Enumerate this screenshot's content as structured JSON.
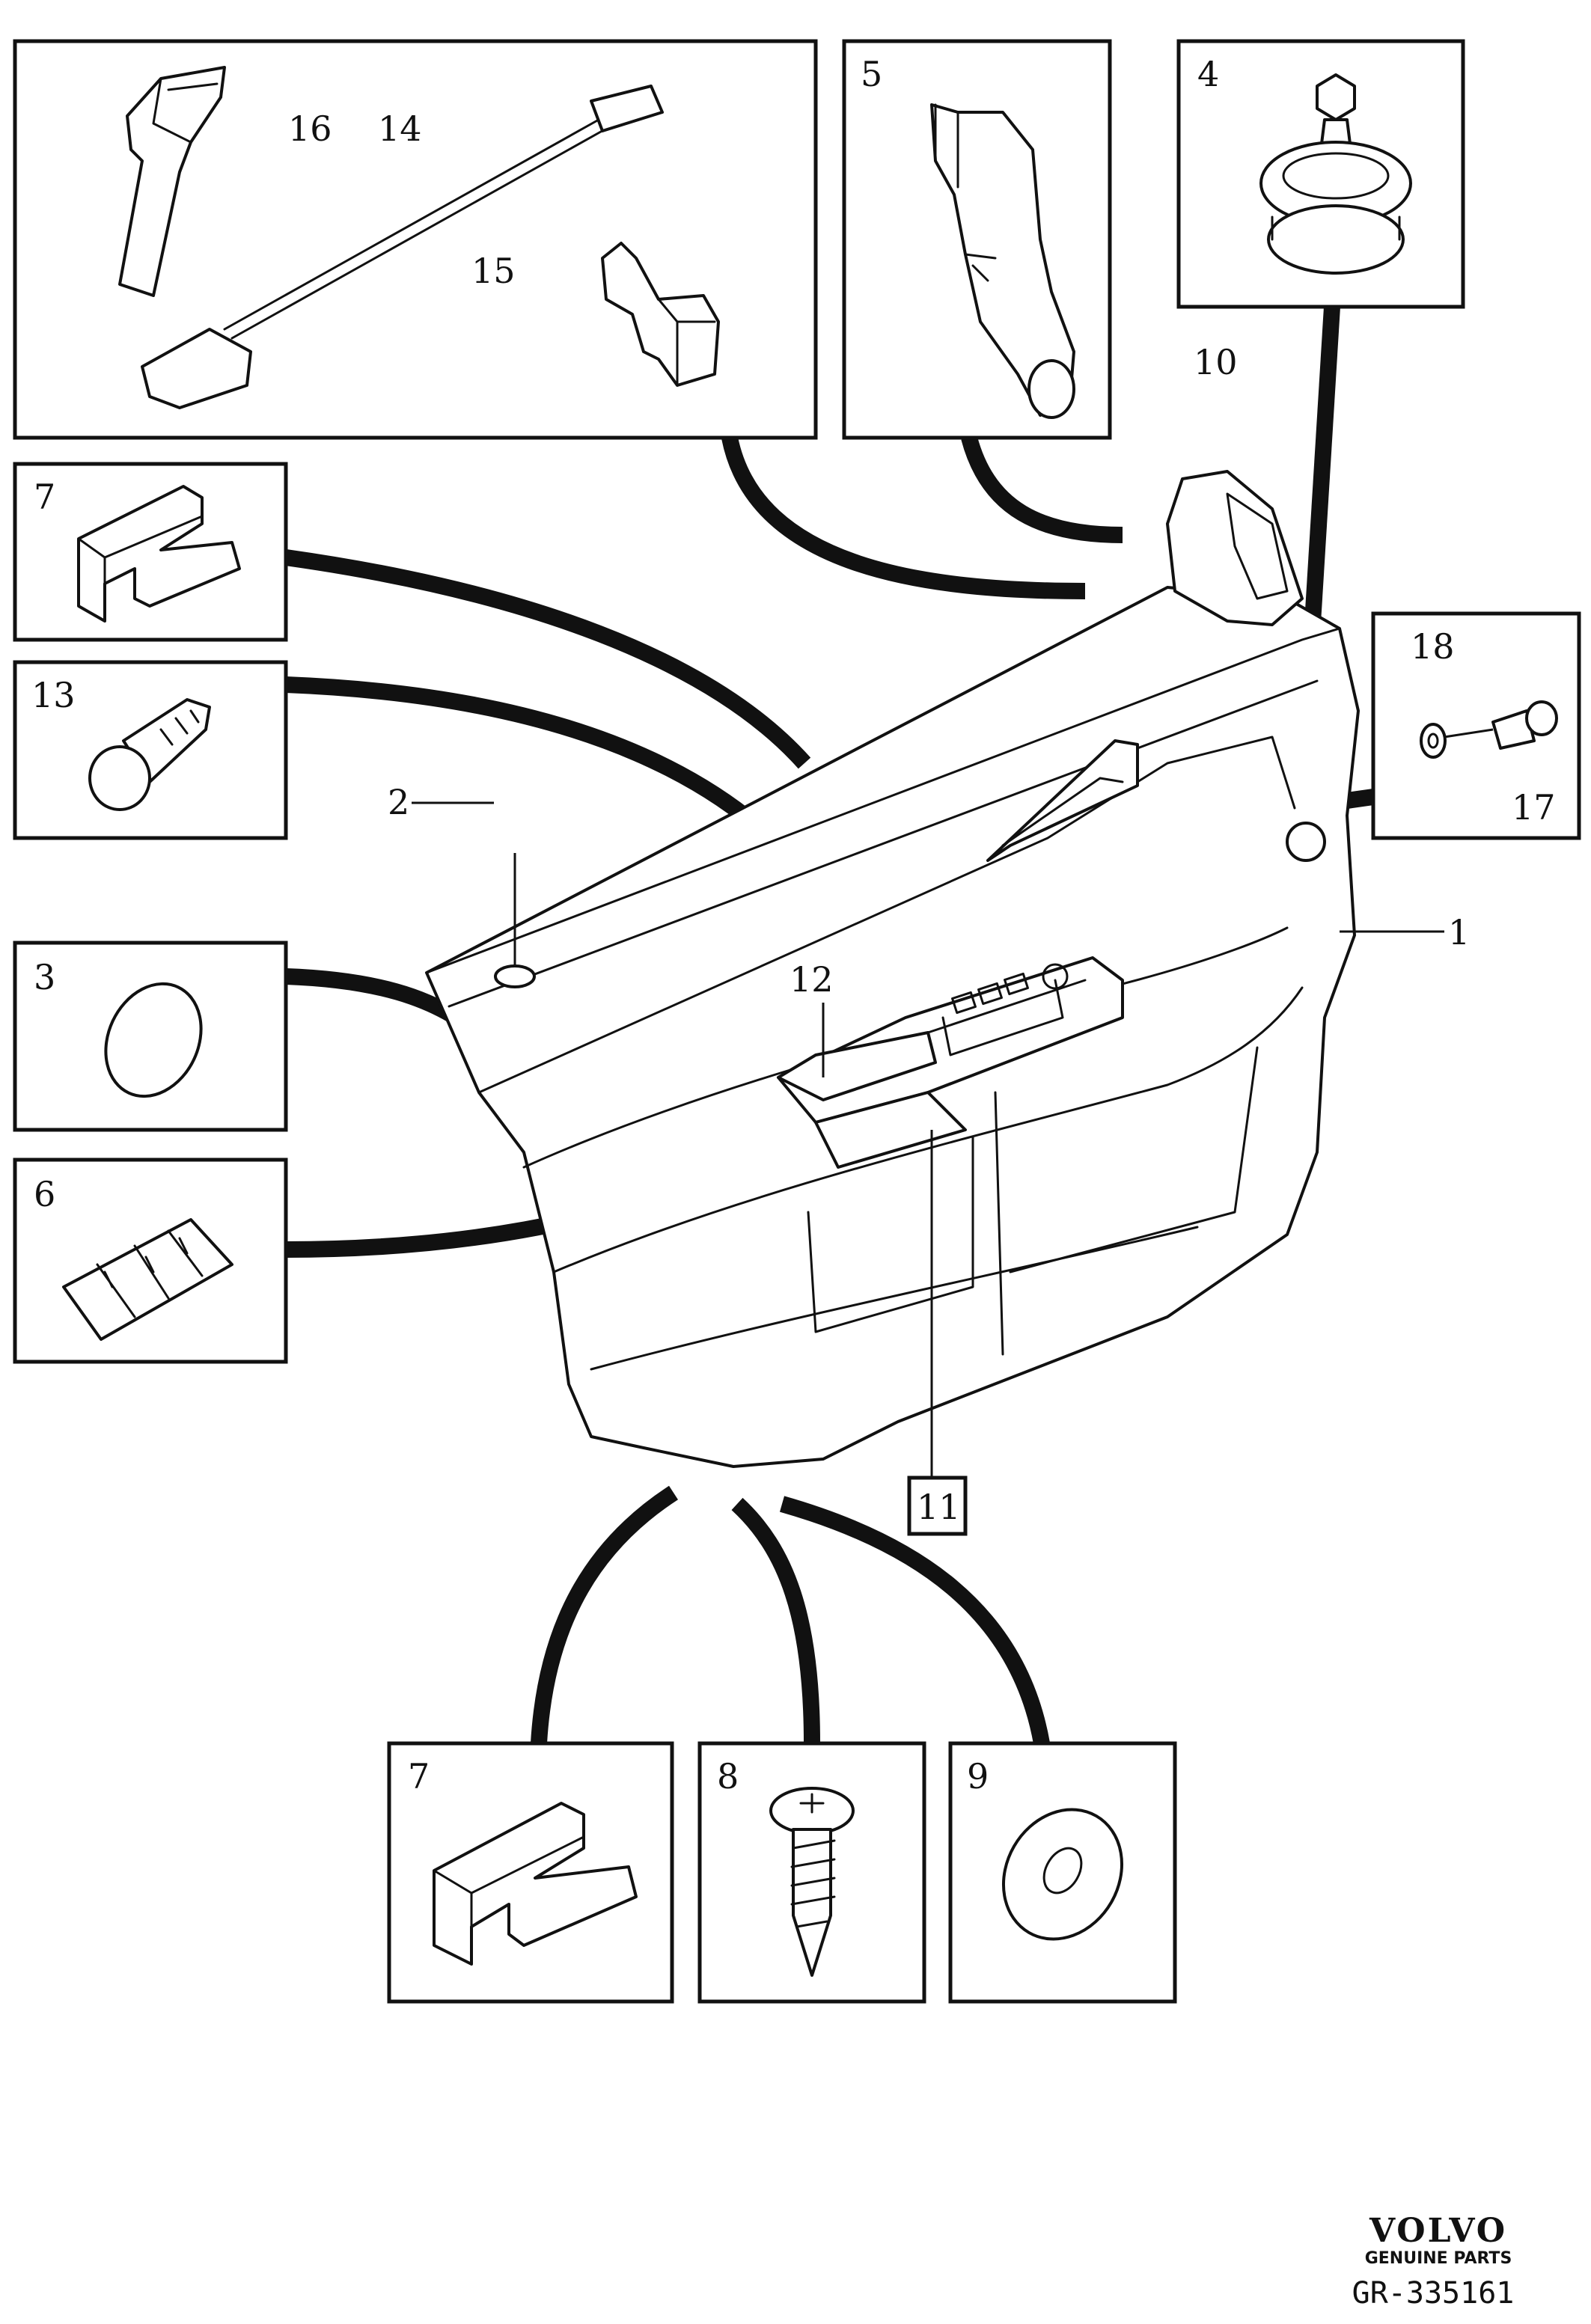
{
  "callouts": {
    "n1": "1",
    "n2": "2",
    "n3": "3",
    "n4": "4",
    "n5": "5",
    "n6": "6",
    "n7a": "7",
    "n7b": "7",
    "n8": "8",
    "n9": "9",
    "n10": "10",
    "n11": "11",
    "n12": "12",
    "n13": "13",
    "n14": "14",
    "n15": "15",
    "n16": "16",
    "n17": "17",
    "n18": "18"
  },
  "footer": {
    "brand": "VOLVO",
    "tagline": "GENUINE PARTS",
    "ref": "GR-335161"
  }
}
